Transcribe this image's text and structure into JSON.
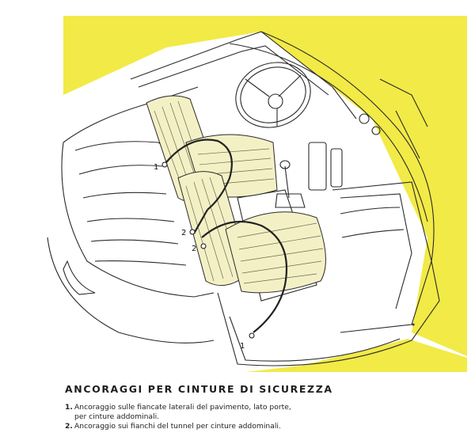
{
  "figure": {
    "callouts": [
      {
        "label": "1"
      },
      {
        "label": "2"
      },
      {
        "label": "2"
      },
      {
        "label": "1"
      }
    ],
    "colors": {
      "background_accent": "#f2ea46",
      "line": "#2a2a2a",
      "seat_fill": "#f4f0c6",
      "belt": "#222222"
    }
  },
  "caption": {
    "title": "ANCORAGGI PER CINTURE DI SICUREZZA",
    "items": [
      {
        "number": "1.",
        "text": "Ancoraggio sulle fiancate laterali del pavimento, lato porte,\nper cinture addominali."
      },
      {
        "number": "2.",
        "text": "Ancoraggio sui fianchi del tunnel per cinture addominali."
      }
    ]
  }
}
